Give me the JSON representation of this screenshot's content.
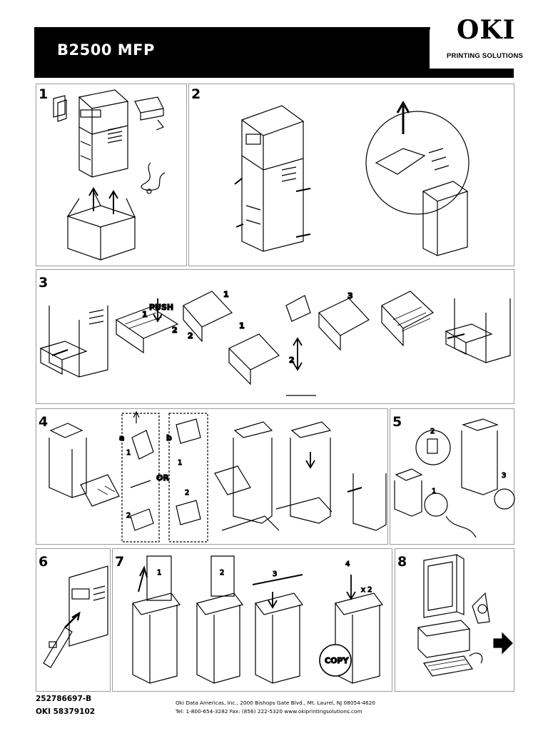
{
  "header": {
    "title": "B2500 MFP",
    "brand": "OKI",
    "brand_subtitle": "PRINTING SOLUTIONS"
  },
  "steps": [
    {
      "number": "1"
    },
    {
      "number": "2"
    },
    {
      "number": "3",
      "labels": [
        "PUSH",
        "1",
        "2",
        "1",
        "2",
        "1",
        "3",
        "2"
      ]
    },
    {
      "number": "4",
      "labels": [
        "a",
        "1",
        "2",
        "b",
        "1",
        "2",
        "OR"
      ]
    },
    {
      "number": "5",
      "labels": [
        "2",
        "1",
        "3"
      ]
    },
    {
      "number": "6"
    },
    {
      "number": "7",
      "labels": [
        "1",
        "2",
        "3",
        "4",
        "x 2",
        "COPY"
      ]
    },
    {
      "number": "8"
    }
  ],
  "footer": {
    "part_number": "252786697-B",
    "oki_code": "OKI 58379102",
    "address_line": "Oki Data Americas, Inc., 2000 Bishops Gate Blvd., Mt. Laurel, NJ 08054-4620",
    "contact_line": "Tel: 1-800-654-3282   Fax: (856) 222-5320   www.okiprintingsolutions.com"
  }
}
